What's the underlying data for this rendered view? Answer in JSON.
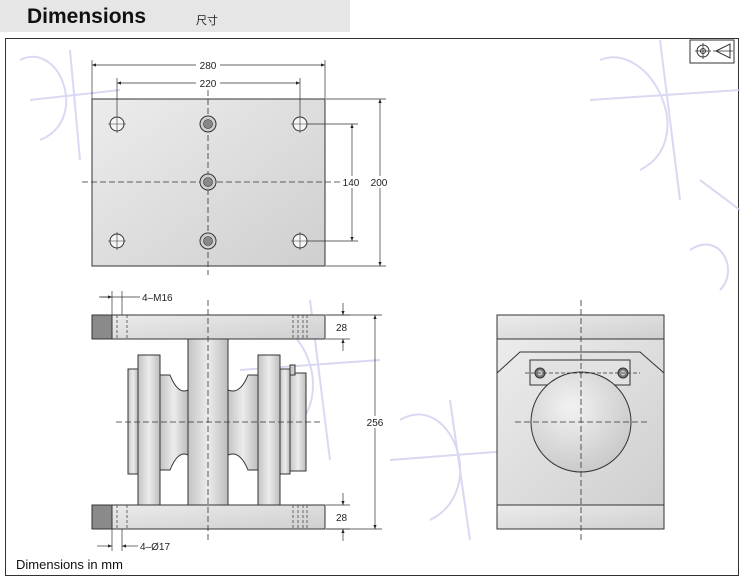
{
  "header": {
    "title": "Dimensions",
    "subtitle": "尺寸"
  },
  "dimensions": {
    "width_outer": "280",
    "width_holes": "220",
    "height_holes": "140",
    "height_outer": "200",
    "thread": "4–M16",
    "plate_thickness_top": "28",
    "plate_thickness_bottom": "28",
    "total_height": "256",
    "bore": "4–Ø17"
  },
  "footer": {
    "units_note": "Dimensions in mm"
  },
  "colors": {
    "metal": "#d9d9d9",
    "metal_dark": "#b4b4b4",
    "line": "#222222",
    "watermark": "#c9c9ee"
  }
}
